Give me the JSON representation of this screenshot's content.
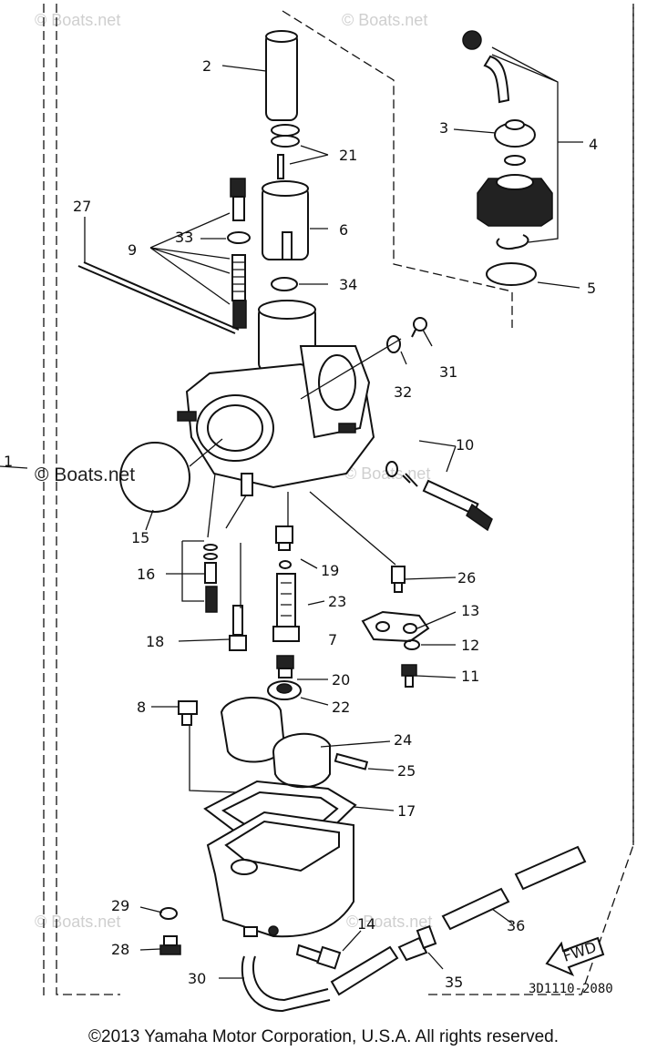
{
  "watermarks": [
    "© Boats.net",
    "© Boats.net",
    "© Boats.net",
    "© Boats.net",
    "© Boats.net",
    "© Boats.net"
  ],
  "main_watermark": "© Boats.net",
  "callouts": [
    "1",
    "2",
    "3",
    "4",
    "5",
    "6",
    "7",
    "8",
    "9",
    "10",
    "11",
    "12",
    "13",
    "14",
    "15",
    "16",
    "17",
    "18",
    "19",
    "20",
    "21",
    "22",
    "23",
    "24",
    "25",
    "26",
    "27",
    "28",
    "29",
    "30",
    "31",
    "32",
    "33",
    "34",
    "35",
    "36"
  ],
  "fwd_label": "FWD",
  "diagram_code": "3D1110-2080",
  "copyright": "©2013 Yamaha Motor Corporation, U.S.A. All rights reserved."
}
